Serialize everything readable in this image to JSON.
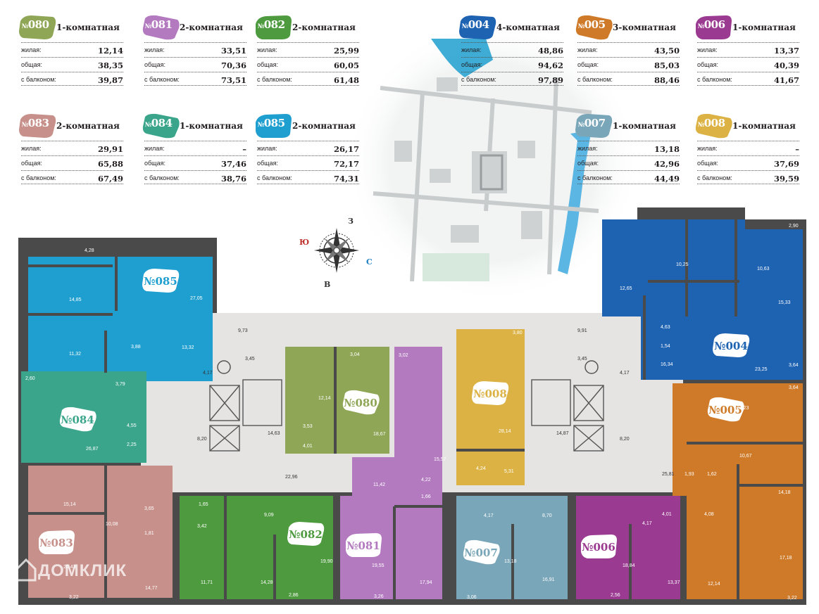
{
  "colors": {
    "080": "#8fa656",
    "081": "#b37ac0",
    "082": "#4e9a3f",
    "083": "#c7908a",
    "084": "#3aa58b",
    "085": "#1f9fcf",
    "004": "#1e62b2",
    "005": "#cf7a28",
    "006": "#9a3a90",
    "007": "#79a6b8",
    "008": "#dbb243",
    "wall": "#4a4a4a",
    "common": "#e6e3e3"
  },
  "labels": {
    "zhilaya": "жилая:",
    "obshaya": "общая:",
    "s_balkonom": "с балконом:"
  },
  "cards": [
    {
      "num": "080",
      "type": "1-комнатная",
      "zhilaya": "12,14",
      "obshaya": "38,35",
      "s_balkonom": "39,87"
    },
    {
      "num": "081",
      "type": "2-комнатная",
      "zhilaya": "33,51",
      "obshaya": "70,36",
      "s_balkonom": "73,51"
    },
    {
      "num": "082",
      "type": "2-комнатная",
      "zhilaya": "25,99",
      "obshaya": "60,05",
      "s_balkonom": "61,48"
    },
    {
      "num": "004",
      "type": "4-комнатная",
      "zhilaya": "48,86",
      "obshaya": "94,62",
      "s_balkonom": "97,89"
    },
    {
      "num": "005",
      "type": "3-комнатная",
      "zhilaya": "43,50",
      "obshaya": "85,03",
      "s_balkonom": "88,46"
    },
    {
      "num": "006",
      "type": "1-комнатная",
      "zhilaya": "13,37",
      "obshaya": "40,39",
      "s_balkonom": "41,67"
    },
    {
      "num": "083",
      "type": "2-комнатная",
      "zhilaya": "29,91",
      "obshaya": "65,88",
      "s_balkonom": "67,49"
    },
    {
      "num": "084",
      "type": "1-комнатная",
      "zhilaya": "–",
      "obshaya": "37,46",
      "s_balkonom": "38,76"
    },
    {
      "num": "085",
      "type": "2-комнатная",
      "zhilaya": "26,17",
      "obshaya": "72,17",
      "s_balkonom": "74,31"
    },
    {
      "num": "007",
      "type": "1-комнатная",
      "zhilaya": "13,18",
      "obshaya": "42,96",
      "s_balkonom": "44,49"
    },
    {
      "num": "008",
      "type": "1-комнатная",
      "zhilaya": "–",
      "obshaya": "37,69",
      "s_balkonom": "39,59"
    }
  ],
  "compass": {
    "north": "З",
    "south": "В",
    "west": "Ю",
    "east": "С"
  },
  "badges": [
    {
      "num": "085"
    },
    {
      "num": "084"
    },
    {
      "num": "083"
    },
    {
      "num": "082"
    },
    {
      "num": "080"
    },
    {
      "num": "081"
    },
    {
      "num": "008"
    },
    {
      "num": "007"
    },
    {
      "num": "006"
    },
    {
      "num": "004"
    },
    {
      "num": "005"
    }
  ],
  "room_areas": [
    "4,28",
    "14,85",
    "27,05",
    "11,32",
    "3,88",
    "13,32",
    "2,60",
    "3,79",
    "26,87",
    "4,55",
    "2,25",
    "15,14",
    "10,08",
    "3,65",
    "1,81",
    "20,43",
    "14,77",
    "3,22",
    "1,65",
    "3,42",
    "9,09",
    "11,71",
    "14,28",
    "19,90",
    "2,86",
    "3,04",
    "12,14",
    "3,53",
    "4,01",
    "18,67",
    "3,02",
    "15,57",
    "11,42",
    "4,22",
    "1,66",
    "19,55",
    "17,94",
    "3,26",
    "3,80",
    "28,14",
    "4,24",
    "5,31",
    "4,17",
    "8,70",
    "13,18",
    "16,91",
    "3,06",
    "4,17",
    "4,01",
    "18,84",
    "13,37",
    "2,56",
    "12,65",
    "10,25",
    "10,63",
    "2,90",
    "15,33",
    "4,63",
    "1,54",
    "16,34",
    "23,25",
    "3,64",
    "3,64",
    "23,23",
    "10,67",
    "1,93",
    "1,62",
    "4,08",
    "14,18",
    "17,18",
    "12,14",
    "3,22",
    "9,73",
    "3,45",
    "4,17",
    "8,20",
    "14,63",
    "22,96",
    "9,91",
    "3,45",
    "4,17",
    "14,87",
    "8,20",
    "25,81"
  ],
  "watermark": "ДОМКЛИК"
}
